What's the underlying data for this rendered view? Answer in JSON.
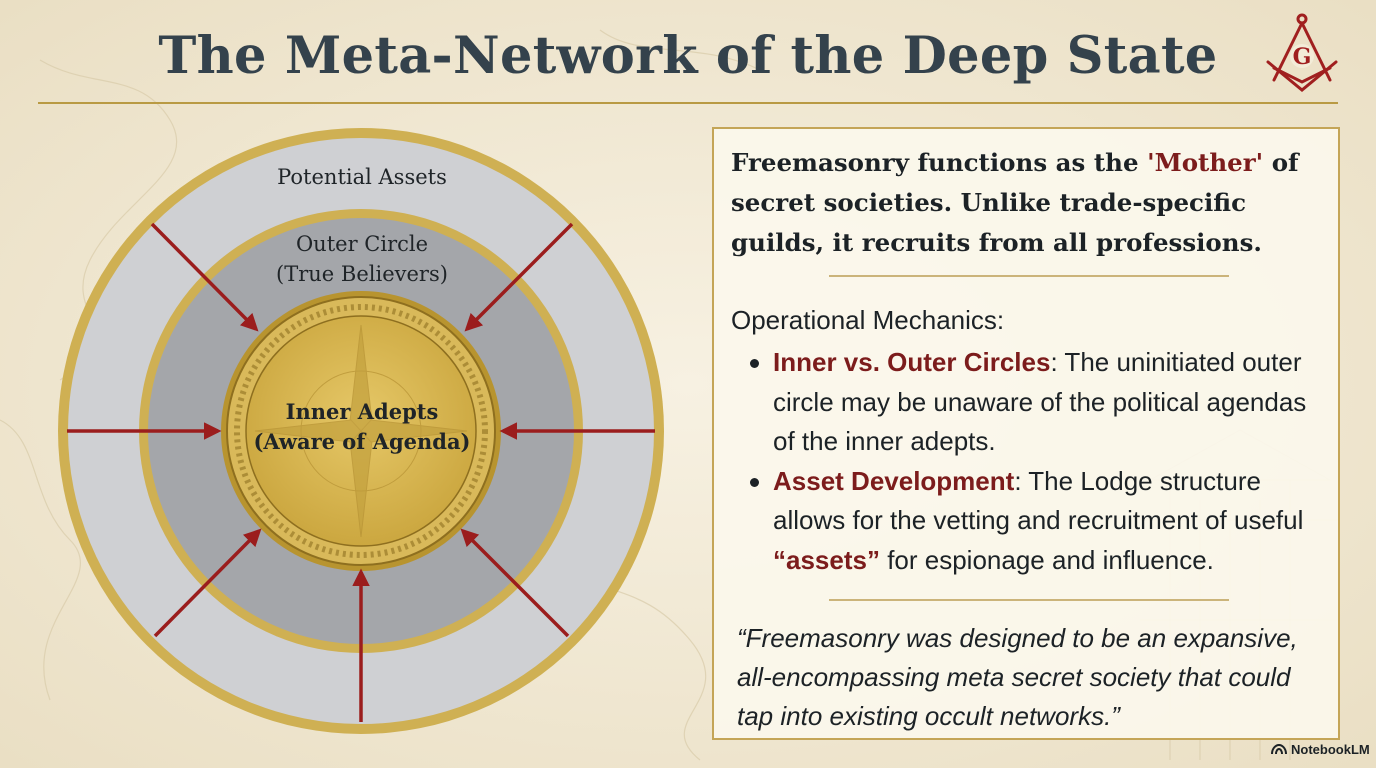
{
  "title": "The Meta-Network of the Deep State",
  "emblem": {
    "letter": "G",
    "icon": "square-and-compass-icon"
  },
  "diagram": {
    "rings": [
      {
        "label_lines": [
          "Potential Assets"
        ]
      },
      {
        "label_lines": [
          "Outer Circle",
          "(True Believers)"
        ]
      },
      {
        "label_lines": [
          "Inner Adepts",
          "(Aware of Agenda)"
        ]
      }
    ],
    "colors": {
      "gold": "#d8b64f",
      "outer_ring": "#cfd0d3",
      "middle_ring": "#a4a6aa",
      "arrow": "#9b1d1d"
    }
  },
  "panel": {
    "lead": {
      "before": "Freemasonry functions as the ",
      "accent": "'Mother'",
      "after": " of secret societies. Unlike trade-specific guilds, it recruits from all professions."
    },
    "mechanics_heading": "Operational Mechanics:",
    "bullets": [
      {
        "term": "Inner vs. Outer Circles",
        "text": ": The uninitiated outer circle may be unaware of the political agendas of the inner adepts."
      },
      {
        "term": "Asset Development",
        "text_before": ": The Lodge structure allows for the vetting and recruitment of useful ",
        "highlight": "“assets”",
        "text_after": " for espionage and influence."
      }
    ],
    "quote": "“Freemasonry was designed to be an expansive, all-encompassing meta secret society that could tap into existing occult networks.”"
  },
  "brand": "NotebookLM"
}
